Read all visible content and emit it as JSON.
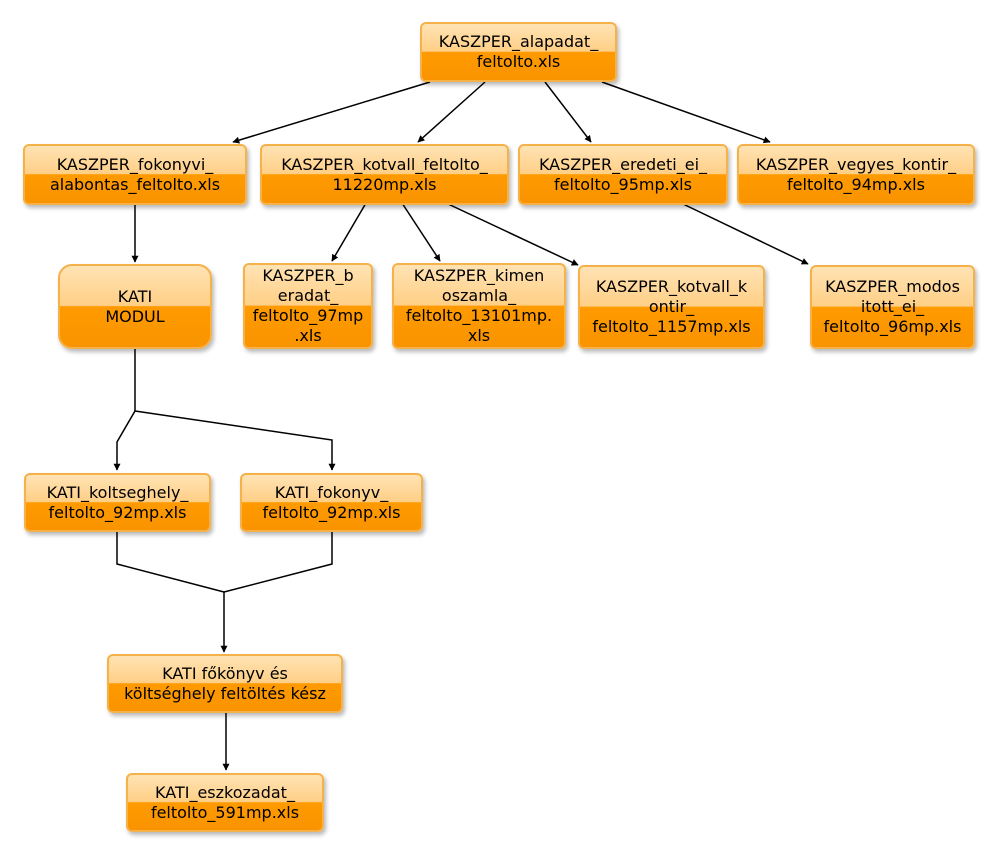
{
  "nodes": {
    "alapadat": [
      "KASZPER_alapadat_",
      "feltolto.xls"
    ],
    "fokonyvi": [
      "KASZPER_fokonyvi_",
      "alabontas_feltolto.xls"
    ],
    "kotvall": [
      "KASZPER_kotvall_feltolto_",
      "11220mp.xls"
    ],
    "eredeti": [
      "KASZPER_eredeti_ei_",
      "feltolto_95mp.xls"
    ],
    "vegyes": [
      "KASZPER_vegyes_kontir_",
      "feltolto_94mp.xls"
    ],
    "kati_modul": [
      "KATI",
      "MODUL"
    ],
    "beradat": [
      "KASZPER_b",
      "eradat_",
      "feltolto_97mp",
      ".xls"
    ],
    "kimeno": [
      "KASZPER_kimen",
      "oszamla_",
      "feltolto_13101mp.",
      "xls"
    ],
    "kotvall_kontir": [
      "KASZPER_kotvall_k",
      "ontir_",
      "feltolto_1157mp.xls"
    ],
    "modositott": [
      "KASZPER_modos",
      "itott_ei_",
      "feltolto_96mp.xls"
    ],
    "koltseghely": [
      "KATI_koltseghely_",
      "feltolto_92mp.xls"
    ],
    "fokonyv": [
      "KATI_fokonyv_",
      "feltolto_92mp.xls"
    ],
    "kesz": [
      "KATI főkönyv és",
      "költséghely feltöltés kész"
    ],
    "eszkozadat": [
      "KATI_eszkozadat_",
      "feltolto_591mp.xls"
    ]
  },
  "colors": {
    "node_border": "#f5b14a",
    "node_fill_top": "#ffd9a0",
    "node_fill_bottom": "#ff9a00",
    "edge": "#000000"
  }
}
